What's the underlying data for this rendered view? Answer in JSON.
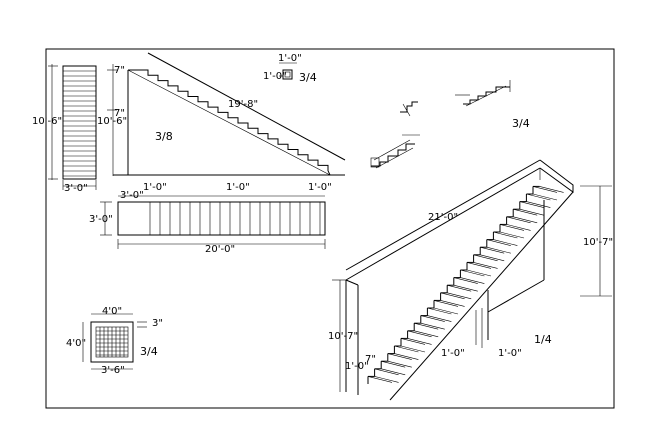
{
  "drawing": {
    "top_right": {
      "dim_top": "1'-0\"",
      "dim_left": "1'-0\"",
      "scale": "3/4"
    },
    "side_elevation": {
      "rise_left": "10'-6\"",
      "rise_right": "10'-6\"",
      "top_step": "7\"",
      "mid_step": "7\"",
      "slope_length": "19'-8\"",
      "base_width": "3'-0\"",
      "scale": "3/8"
    },
    "plan": {
      "width": "3'-0\"",
      "landing_left": "3'-0\"",
      "tread_1": "1'-0\"",
      "tread_2": "1'-0\"",
      "tread_3": "1'-0\"",
      "total_length": "20'-0\""
    },
    "detail_small": {
      "width_top": "4'0\"",
      "height_left": "4'0\"",
      "dim_right": "3\"",
      "width_bottom": "3'-6\"",
      "scale": "3/4"
    },
    "isometric": {
      "length": "21'-0\"",
      "height_right": "10'-7\"",
      "height_left": "10'-7\"",
      "step_rise": "7\"",
      "step_depth": "1'-0\"",
      "tread_a": "1'-0\"",
      "tread_b": "1'-0\"",
      "scale_right": "3/4",
      "scale_iso": "1/4"
    }
  }
}
